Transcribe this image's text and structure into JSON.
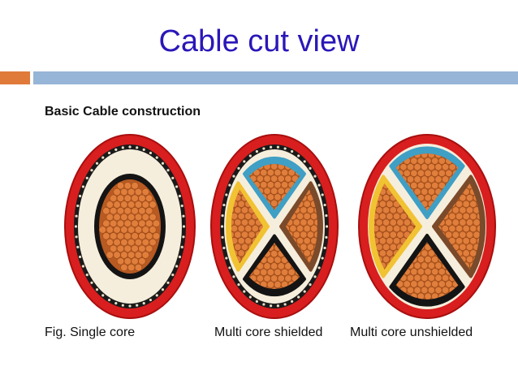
{
  "slide": {
    "title": "Cable cut view",
    "subtitle": "Basic Cable construction"
  },
  "figures": [
    {
      "caption": "Fig.  Single core"
    },
    {
      "caption": "Multi core shielded"
    },
    {
      "caption": "Multi core unshielded"
    }
  ],
  "colors": {
    "title": "#2a17b8",
    "accent_orange": "#e07a3a",
    "accent_blue": "#97b5d6",
    "sheath_red": "#d81e1e",
    "insulation_cream": "#f6eedc",
    "conductor_copper": "#e07e3c",
    "screen_black": "#141414",
    "core_blue": "#3f9fc4",
    "core_yellow": "#f1c232",
    "core_brown": "#7a4a2a"
  }
}
